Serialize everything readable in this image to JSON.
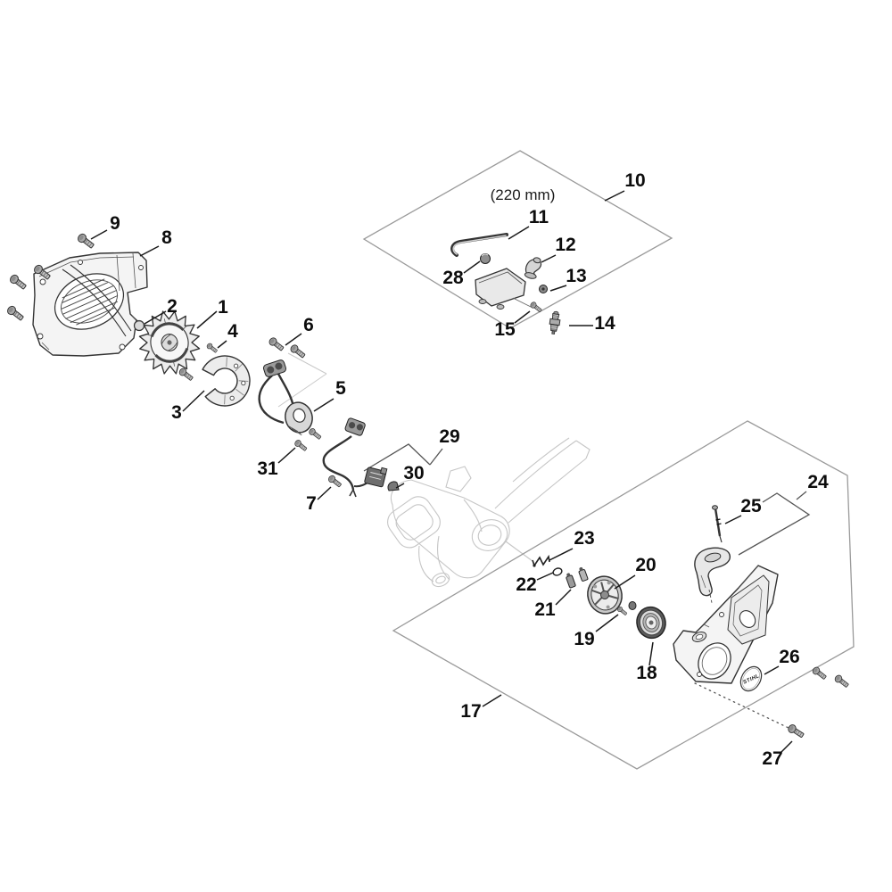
{
  "figure": {
    "kind": "exploded-parts-diagram",
    "dimension_note": "(220 mm)",
    "brand_badge": "STIHL"
  },
  "colors": {
    "part_line": "#333333",
    "label_text": "#0d0d0d",
    "group_outline": "#9a9a9a",
    "ghost_line": "#c6c6c6",
    "metal_fill": "#c0c0c0",
    "background": "#ffffff"
  },
  "callouts": [
    {
      "num": "1"
    },
    {
      "num": "2"
    },
    {
      "num": "3"
    },
    {
      "num": "4"
    },
    {
      "num": "5"
    },
    {
      "num": "6"
    },
    {
      "num": "7"
    },
    {
      "num": "8"
    },
    {
      "num": "9"
    },
    {
      "num": "10"
    },
    {
      "num": "11"
    },
    {
      "num": "12"
    },
    {
      "num": "13"
    },
    {
      "num": "14"
    },
    {
      "num": "15"
    },
    {
      "num": "17"
    },
    {
      "num": "18"
    },
    {
      "num": "19"
    },
    {
      "num": "20"
    },
    {
      "num": "21"
    },
    {
      "num": "22"
    },
    {
      "num": "23"
    },
    {
      "num": "24"
    },
    {
      "num": "25"
    },
    {
      "num": "26"
    },
    {
      "num": "27"
    },
    {
      "num": "28"
    },
    {
      "num": "29"
    },
    {
      "num": "30"
    },
    {
      "num": "31"
    }
  ]
}
